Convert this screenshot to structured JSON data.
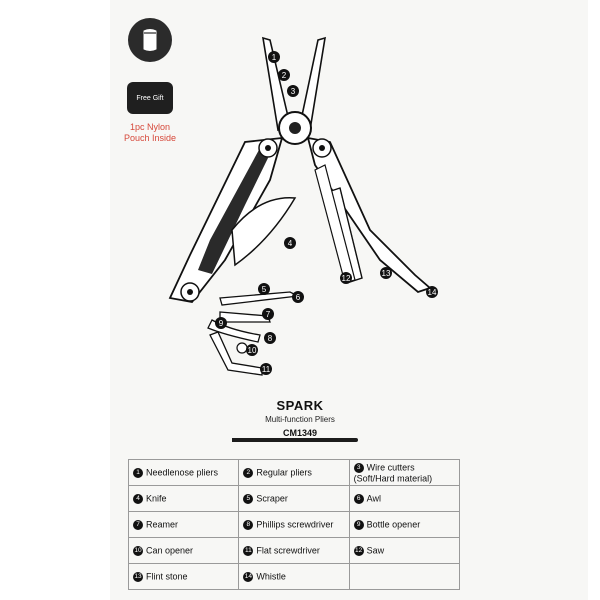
{
  "brand": "SPARK",
  "subtitle": "Multi-function Pliers",
  "model": "CM1349",
  "gift": {
    "label": "Free Gift",
    "note_line1": "1pc Nylon",
    "note_line2": "Pouch Inside"
  },
  "callouts": [
    "1",
    "2",
    "3",
    "4",
    "5",
    "6",
    "7",
    "8",
    "9",
    "10",
    "11",
    "12",
    "13",
    "14"
  ],
  "functions": [
    {
      "num": "1",
      "text": "Needlenose pliers"
    },
    {
      "num": "2",
      "text": "Regular pliers"
    },
    {
      "num": "3",
      "text": "Wire cutters (Soft/Hard material)"
    },
    {
      "num": "4",
      "text": "Knife"
    },
    {
      "num": "5",
      "text": "Scraper"
    },
    {
      "num": "6",
      "text": "Awl"
    },
    {
      "num": "7",
      "text": "Reamer"
    },
    {
      "num": "8",
      "text": "Phillips screwdriver"
    },
    {
      "num": "9",
      "text": "Bottle opener"
    },
    {
      "num": "10",
      "text": "Can opener"
    },
    {
      "num": "11",
      "text": "Flat screwdriver"
    },
    {
      "num": "12",
      "text": "Saw"
    },
    {
      "num": "13",
      "text": "Flint stone"
    },
    {
      "num": "14",
      "text": "Whistle"
    }
  ],
  "colors": {
    "accent_red": "#d6483a",
    "dark": "#1f1f1f"
  }
}
